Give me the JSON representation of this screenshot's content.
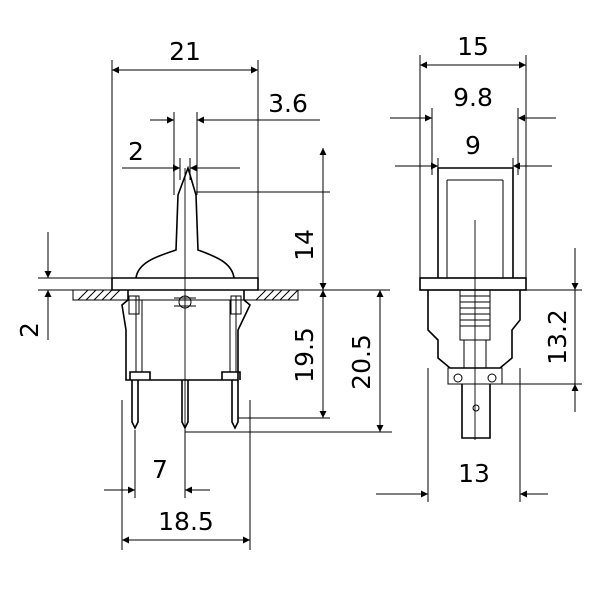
{
  "dimensions": {
    "front": {
      "width_overall": "21",
      "actuator_top": "3.6",
      "actuator_tip": "2",
      "actuator_height": "14",
      "panel_thickness": "2",
      "body_depth": "19.5",
      "overall_depth": "20.5",
      "pin_spacing": "7",
      "pin_span": "18.5"
    },
    "side": {
      "width_overall": "15",
      "flange_width": "9.8",
      "actuator_width": "9",
      "body_depth": "13.2",
      "body_width": "13"
    }
  },
  "colors": {
    "line": "#000000",
    "background": "#ffffff"
  }
}
